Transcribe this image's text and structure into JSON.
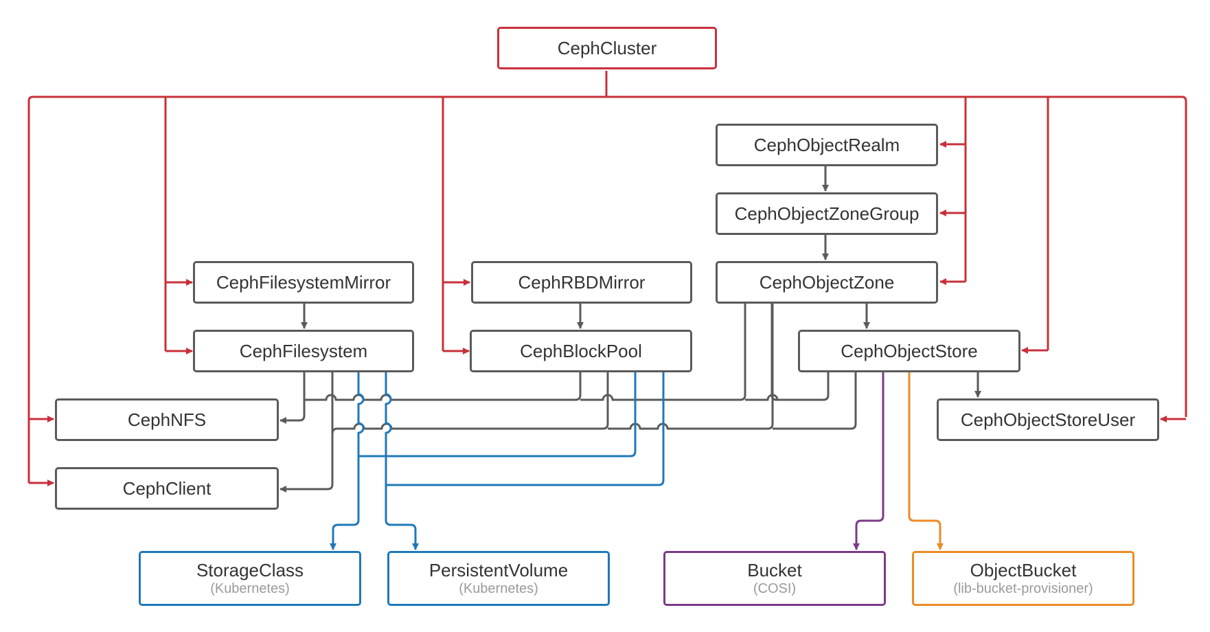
{
  "colors": {
    "cluster": "#c8303a",
    "ceph": "#5a5a5a",
    "kubernetes": "#1f78b8",
    "cosi": "#7b3a8a",
    "lib_bucket": "#ec8b26"
  },
  "nodes": {
    "ceph_cluster": "CephCluster",
    "ceph_object_realm": "CephObjectRealm",
    "ceph_object_zone_group": "CephObjectZoneGroup",
    "ceph_filesystem_mirror": "CephFilesystemMirror",
    "ceph_rbd_mirror": "CephRBDMirror",
    "ceph_object_zone": "CephObjectZone",
    "ceph_filesystem": "CephFilesystem",
    "ceph_block_pool": "CephBlockPool",
    "ceph_object_store": "CephObjectStore",
    "ceph_nfs": "CephNFS",
    "ceph_object_store_user": "CephObjectStoreUser",
    "ceph_client": "CephClient",
    "storage_class": {
      "title": "StorageClass",
      "sub": "(Kubernetes)"
    },
    "persistent_volume": {
      "title": "PersistentVolume",
      "sub": "(Kubernetes)"
    },
    "bucket": {
      "title": "Bucket",
      "sub": "(COSI)"
    },
    "object_bucket": {
      "title": "ObjectBucket",
      "sub": "(lib-bucket-provisioner)"
    }
  }
}
